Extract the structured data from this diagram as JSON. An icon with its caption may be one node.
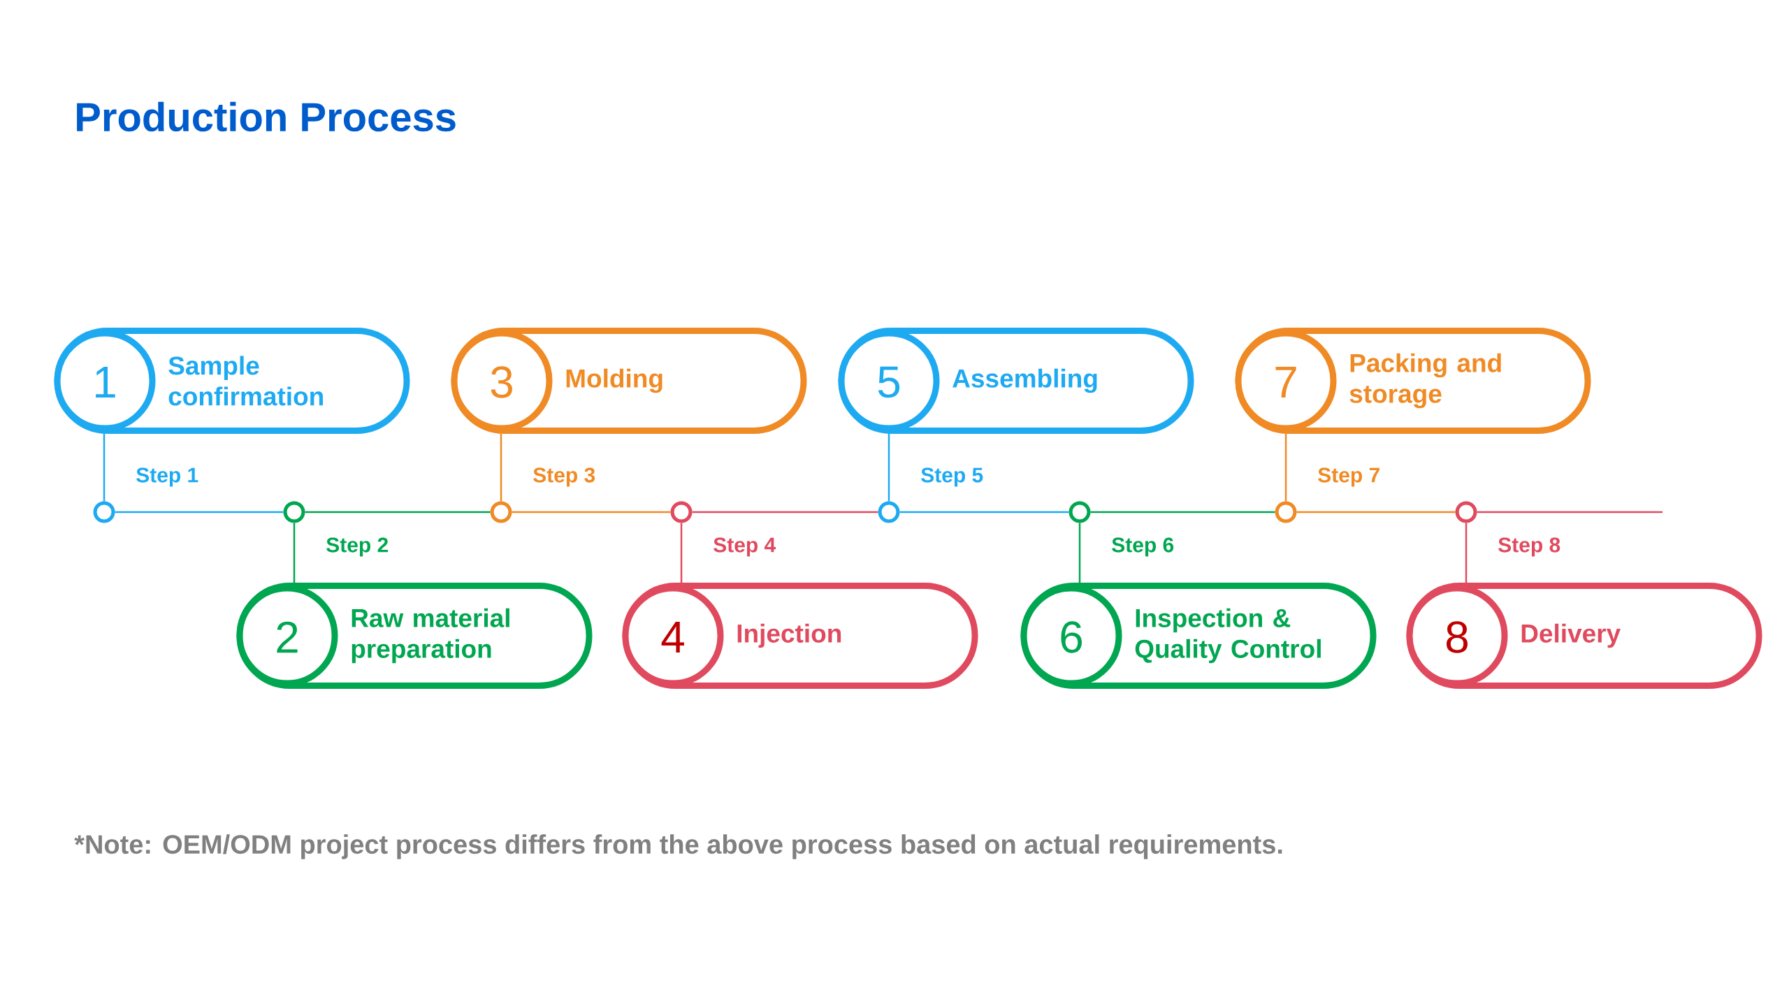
{
  "diagram": {
    "title": "Production Process",
    "nodes": [
      {
        "text": [
          "1",
          "Sample confirmation"
        ]
      },
      {
        "text": [
          "2",
          "Raw material preparation"
        ]
      },
      {
        "text": [
          "3",
          "Molding"
        ]
      },
      {
        "text": [
          "4",
          "Injection"
        ]
      },
      {
        "text": [
          "5",
          "Assembling"
        ]
      },
      {
        "text": [
          "6",
          "Inspection & Quality Control"
        ]
      },
      {
        "text": [
          "7",
          "Packing and storage"
        ]
      },
      {
        "text": [
          "8",
          "Delivery"
        ]
      },
      {
        "text": [],
        "shape": "circle",
        "beside": [
          "Step 1"
        ]
      },
      {
        "text": [],
        "shape": "circle",
        "beside": [
          "Step 2"
        ]
      },
      {
        "text": [],
        "shape": "circle",
        "beside": [
          "Step 3"
        ]
      },
      {
        "text": [],
        "shape": "circle",
        "beside": [
          "Step 4"
        ]
      },
      {
        "text": [],
        "shape": "circle",
        "beside": [
          "Step 5"
        ]
      },
      {
        "text": [],
        "shape": "circle",
        "beside": [
          "Step 6"
        ]
      },
      {
        "text": [],
        "shape": "circle",
        "beside": [
          "Step 7"
        ]
      },
      {
        "text": [],
        "shape": "circle",
        "beside": [
          "Step 8"
        ]
      }
    ],
    "edges": [
      {
        "from": 0,
        "to": 8,
        "arrow": "none",
        "color": "#1eaaf1"
      },
      {
        "from": 1,
        "to": 9,
        "arrow": "none",
        "color": "#00a650"
      },
      {
        "from": 2,
        "to": 10,
        "arrow": "none",
        "color": "#f08a24"
      },
      {
        "from": 3,
        "to": 11,
        "arrow": "none",
        "color": "#e04a5f"
      },
      {
        "from": 4,
        "to": 12,
        "arrow": "none",
        "color": "#1eaaf1"
      },
      {
        "from": 5,
        "to": 13,
        "arrow": "none",
        "color": "#00a650"
      },
      {
        "from": 6,
        "to": 14,
        "arrow": "none",
        "color": "#f08a24"
      },
      {
        "from": 7,
        "to": 15,
        "arrow": "none",
        "color": "#e04a5f"
      },
      {
        "from": 8,
        "to": 9,
        "arrow": "none",
        "color": "#1eaaf1"
      },
      {
        "from": 9,
        "to": 10,
        "arrow": "none",
        "color": "#00a650"
      },
      {
        "from": 10,
        "to": 11,
        "arrow": "none",
        "color": "#f08a24"
      },
      {
        "from": 11,
        "to": 12,
        "arrow": "none",
        "color": "#e04a5f"
      },
      {
        "from": 12,
        "to": 13,
        "arrow": "none",
        "color": "#1eaaf1"
      },
      {
        "from": 13,
        "to": 14,
        "arrow": "none",
        "color": "#00a650"
      },
      {
        "from": 14,
        "to": 15,
        "arrow": "none",
        "color": "#f08a24"
      },
      {
        "from": 15,
        "to": null,
        "arrow": "none",
        "color": "#e04a5f"
      }
    ],
    "labels": [
      "*Note: OEM/ODM project process differs from the above process based on actual requirements."
    ]
  }
}
